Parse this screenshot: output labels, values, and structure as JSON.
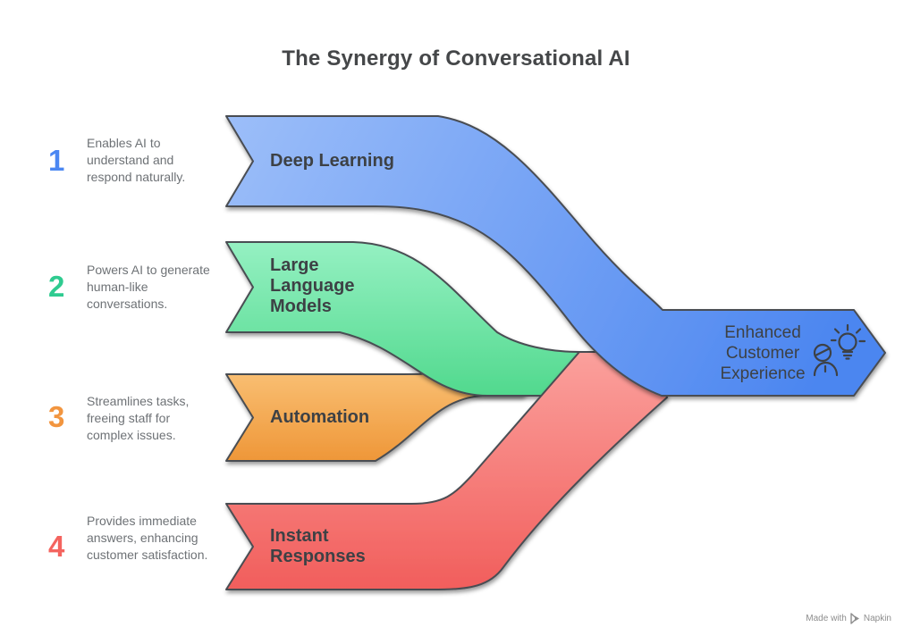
{
  "title": "The Synergy of Conversational AI",
  "steps": [
    {
      "number": "1",
      "color": "#4b87f2",
      "description": "Enables AI to understand and respond naturally.",
      "label": "Deep Learning",
      "band_color_start": "#9cbef9",
      "band_color_end": "#4c86f0"
    },
    {
      "number": "2",
      "color": "#2fcb90",
      "description": "Powers AI to generate human-like conversations.",
      "label": "Large Language Models",
      "band_color_start": "#96f1c3",
      "band_color_end": "#4fd88c"
    },
    {
      "number": "3",
      "color": "#f2953f",
      "description": "Streamlines tasks, freeing staff for complex issues.",
      "label": "Automation",
      "band_color_start": "#f9bf73",
      "band_color_end": "#ee9536"
    },
    {
      "number": "4",
      "color": "#f4645f",
      "description": "Provides immediate answers, enhancing customer satisfaction.",
      "label": "Instant Responses",
      "band_color_start": "#fba19d",
      "band_color_end": "#f15c5a"
    }
  ],
  "outcome": {
    "label": "Enhanced Customer Experience",
    "icon": "person-idea-icon"
  },
  "footer": {
    "prefix": "Made with",
    "brand": "Napkin",
    "icon": "napkin-flag-icon"
  },
  "colors": {
    "outline": "#4a4d52",
    "title_text": "#454749",
    "label_text": "#3d4145",
    "description_text": "#6e7276",
    "footer_text": "#8d8d8d",
    "background": "#ffffff"
  }
}
